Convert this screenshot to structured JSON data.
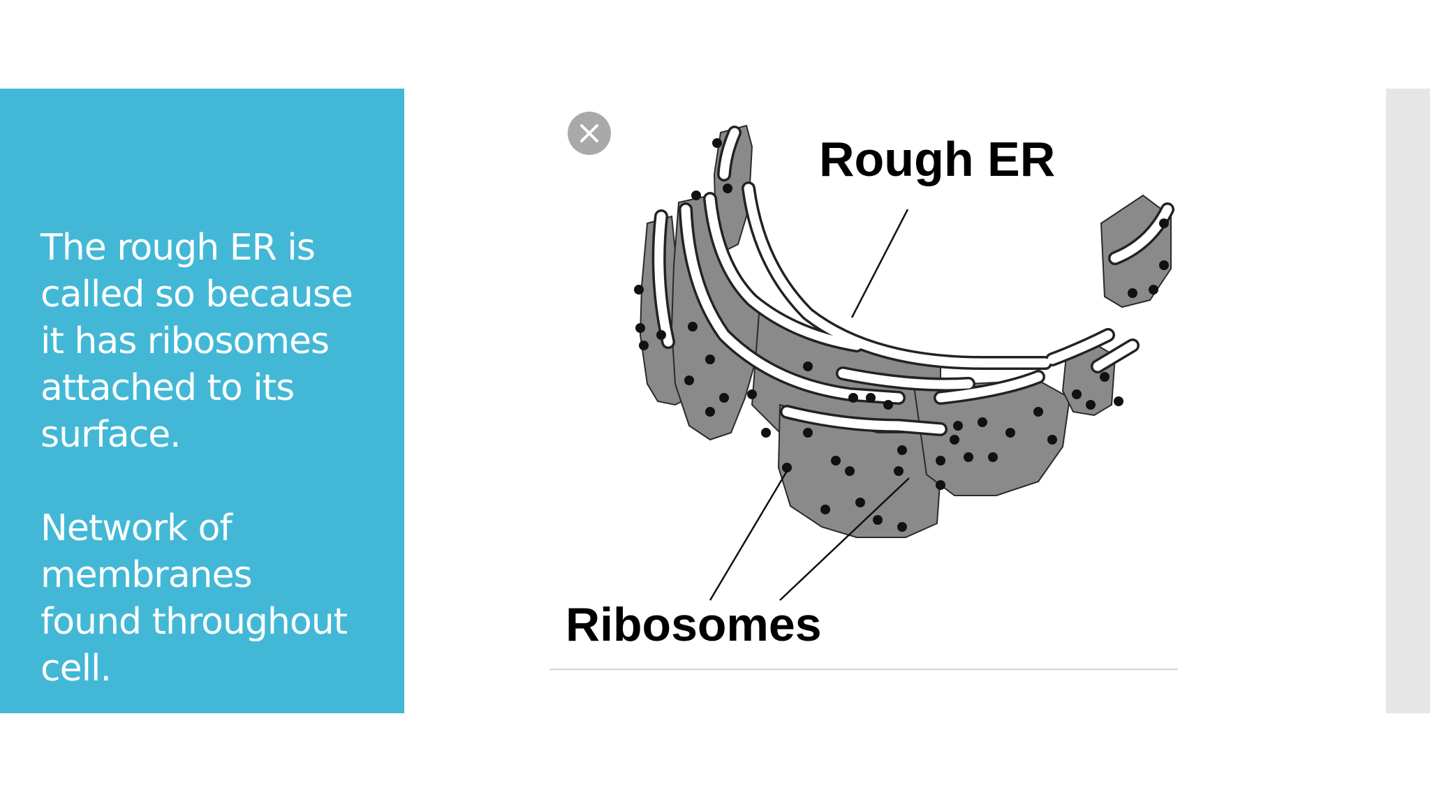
{
  "slide": {
    "paragraphs": [
      {
        "lines": [
          "The rough ER is",
          "called so because",
          "it has ribosomes",
          "attached to its",
          "surface."
        ]
      },
      {
        "lines": [
          "Network of",
          "membranes",
          "found throughout",
          "cell."
        ]
      }
    ]
  },
  "figure": {
    "labels": {
      "rough_er": "Rough ER",
      "ribosomes": "Ribosomes"
    }
  },
  "image_overlay": {
    "close_icon": "close-icon"
  },
  "colors": {
    "panel_background": "#42b8d6",
    "panel_text": "#ffffff",
    "membrane_fill": "#8a8a8a",
    "ribosome_dot": "#111111",
    "side_strip": "#e6e6e6"
  }
}
